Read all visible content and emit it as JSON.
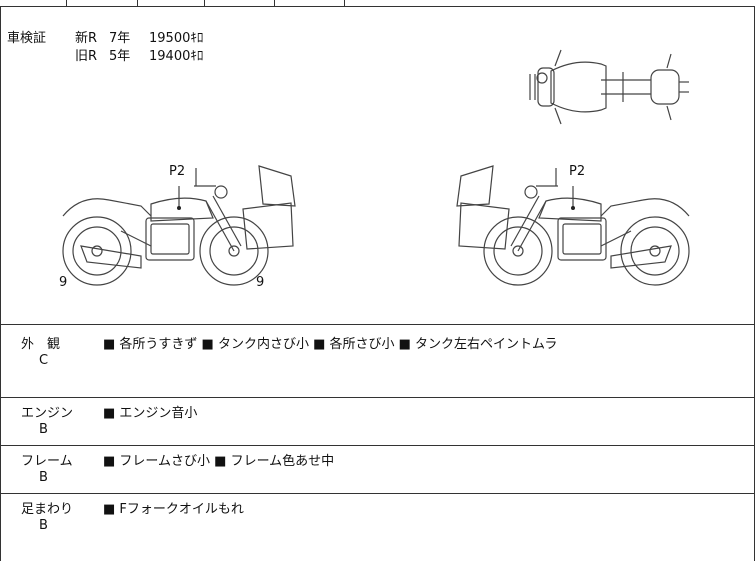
{
  "registration": {
    "label": "車検証",
    "rows": [
      {
        "code": "新R",
        "years": "7年",
        "value": "19500ｷﾛ"
      },
      {
        "code": "旧R",
        "years": "5年",
        "value": "19400ｷﾛ"
      }
    ]
  },
  "diagram": {
    "left_bike": {
      "marker": "P2",
      "front_count": "9",
      "rear_count": "9"
    },
    "right_bike": {
      "marker": "P2"
    }
  },
  "sections": [
    {
      "label": "外　観",
      "grade": "C",
      "notes": "■ 各所うすきず ■ タンク内さび小 ■ 各所さび小 ■ タンク左右ペイントムラ"
    },
    {
      "label": "エンジン",
      "grade": "B",
      "notes": "■ エンジン音小"
    },
    {
      "label": "フレーム",
      "grade": "B",
      "notes": "■ フレームさび小 ■ フレーム色あせ中"
    },
    {
      "label": "足まわり",
      "grade": "B",
      "notes": "■ Fフォークオイルもれ"
    }
  ]
}
